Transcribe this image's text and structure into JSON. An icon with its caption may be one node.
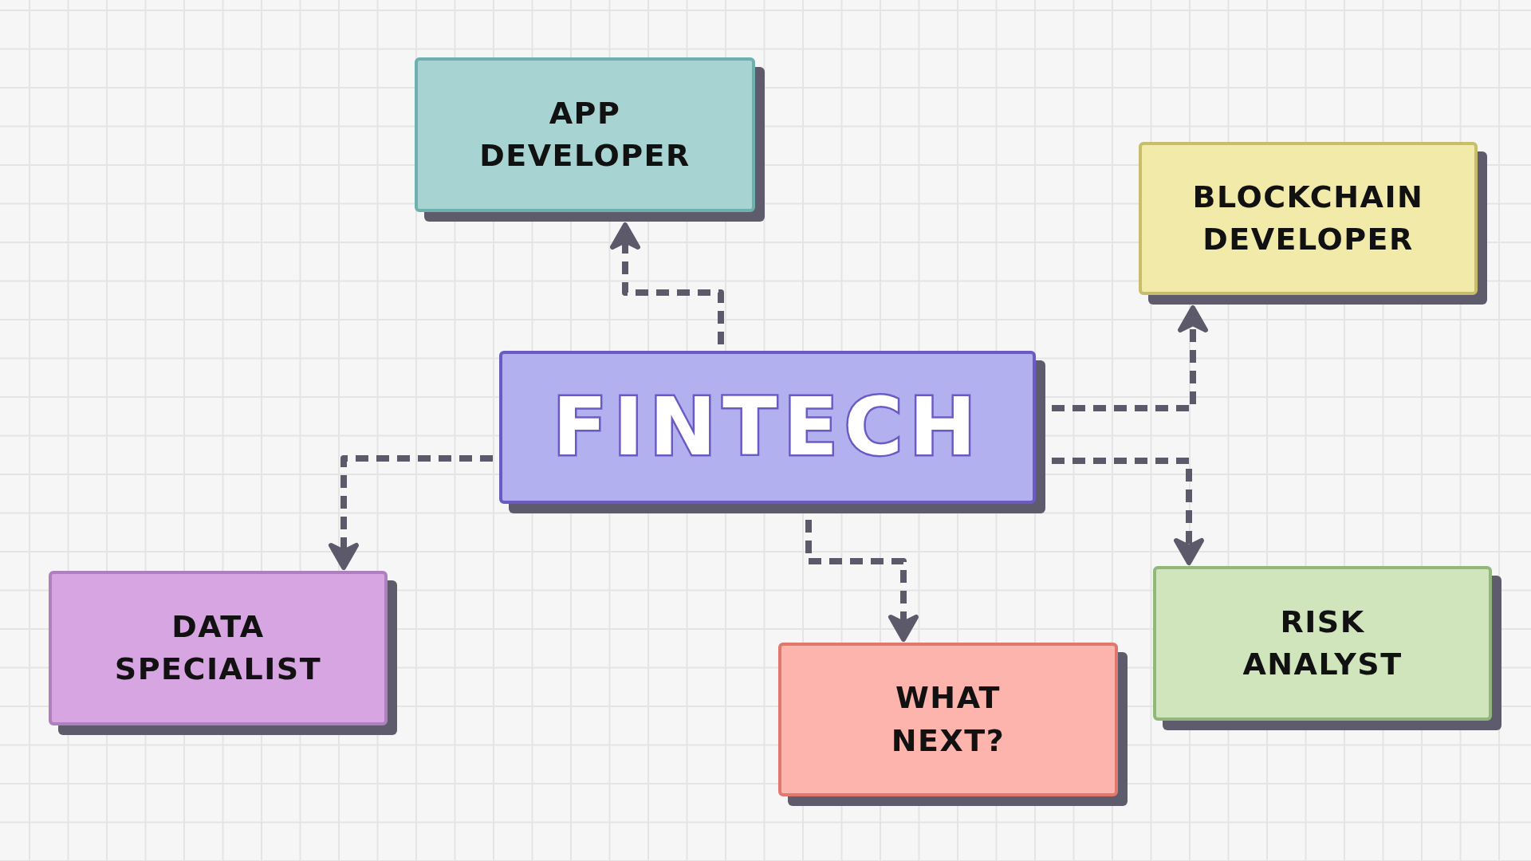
{
  "diagram": {
    "nodes": [
      {
        "text": [
          "FINTECH"
        ]
      },
      {
        "text": [
          "APP DEVELOPER"
        ]
      },
      {
        "text": [
          "BLOCKCHAIN DEVELOPER"
        ]
      },
      {
        "text": [
          "DATA SPECIALIST"
        ]
      },
      {
        "text": [
          "WHAT NEXT?"
        ]
      },
      {
        "text": [
          "RISK ANALYST"
        ]
      }
    ],
    "edges": [
      {
        "from": 0,
        "to": 1,
        "arrow": "to",
        "style": "dashed"
      },
      {
        "from": 0,
        "to": 2,
        "arrow": "to",
        "style": "dashed"
      },
      {
        "from": 0,
        "to": 3,
        "arrow": "to",
        "style": "dashed"
      },
      {
        "from": 0,
        "to": 4,
        "arrow": "to",
        "style": "dashed"
      },
      {
        "from": 0,
        "to": 5,
        "arrow": "to",
        "style": "dashed"
      }
    ]
  }
}
